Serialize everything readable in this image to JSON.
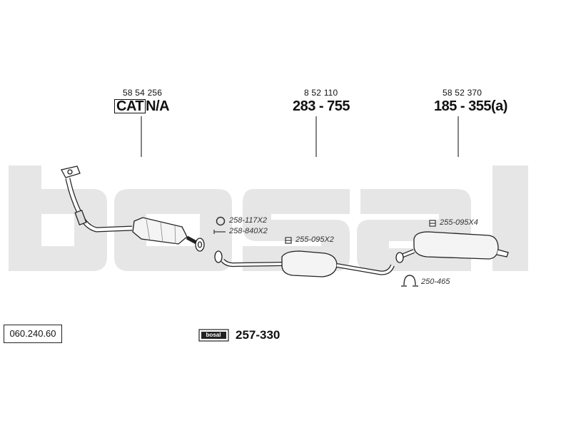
{
  "watermark": {
    "brand": "bosal",
    "color": "#e6e6e6"
  },
  "sections": [
    {
      "oem_number": "58 54 256",
      "part_number_prefix": "CAT",
      "part_number": "N/A",
      "boxed_prefix": true
    },
    {
      "oem_number": "8 52 110",
      "part_number": "283 - 755"
    },
    {
      "oem_number": "58 52 370",
      "part_number": "185 - 355(a)"
    }
  ],
  "fittings": [
    {
      "icon": "gasket-ring-icon",
      "code": "258-117X2"
    },
    {
      "icon": "bolt-icon",
      "code": "258-840X2"
    },
    {
      "icon": "clamp-icon",
      "code": "255-095X2"
    },
    {
      "icon": "clamp-icon",
      "code": "255-095X4"
    },
    {
      "icon": "rubber-mount-icon",
      "code": "250-465"
    }
  ],
  "reference_number": "060.240.60",
  "mounting_kit": {
    "logo_text": "bosal",
    "part_number": "257-330"
  }
}
